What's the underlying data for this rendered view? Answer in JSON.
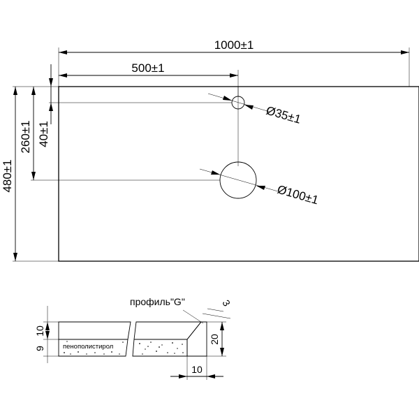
{
  "dimensions": {
    "overall_width": "1000±1",
    "center_offset": "500±1",
    "small_hole_diameter": "Ø35±1",
    "large_hole_diameter": "Ø100±1",
    "depth_total": "480±1",
    "large_hole_offset": "260±1",
    "small_hole_offset": "40±1"
  },
  "profile": {
    "label": "профиль\"G\"",
    "chamfer": "3",
    "top_thickness": "10",
    "foam_thickness": "9",
    "edge_height": "20",
    "edge_width": "10",
    "foam_label": "пенополистирол"
  }
}
